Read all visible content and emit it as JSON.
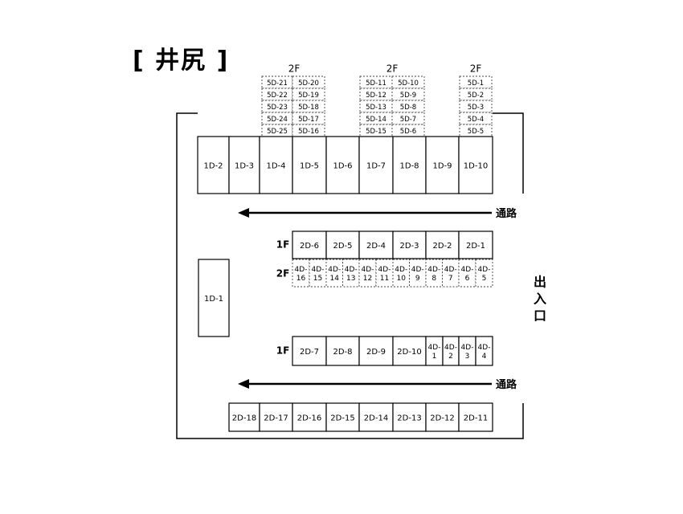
{
  "title": "[ 井尻 ]",
  "labels": {
    "floor_2f": "2F",
    "floor_1f": "1F",
    "passage": "通路",
    "entrance": [
      "出",
      "入",
      "口"
    ]
  },
  "upper_2f_groups": [
    {
      "floor": "2F",
      "rows": [
        [
          "5D-21",
          "5D-20"
        ],
        [
          "5D-22",
          "5D-19"
        ],
        [
          "5D-23",
          "5D-18"
        ],
        [
          "5D-24",
          "5D-17"
        ],
        [
          "5D-25",
          "5D-16"
        ]
      ]
    },
    {
      "floor": "2F",
      "rows": [
        [
          "5D-11",
          "5D-10"
        ],
        [
          "5D-12",
          "5D-9"
        ],
        [
          "5D-13",
          "5D-8"
        ],
        [
          "5D-14",
          "5D-7"
        ],
        [
          "5D-15",
          "5D-6"
        ]
      ]
    },
    {
      "floor": "2F",
      "rows": [
        [
          "5D-1"
        ],
        [
          "5D-2"
        ],
        [
          "5D-3"
        ],
        [
          "5D-4"
        ],
        [
          "5D-5"
        ]
      ]
    }
  ],
  "top_row": [
    "1D-2",
    "1D-3",
    "1D-4",
    "1D-5",
    "1D-6",
    "1D-7",
    "1D-8",
    "1D-9",
    "1D-10"
  ],
  "left_unit": "1D-1",
  "middle_1f": [
    "2D-6",
    "2D-5",
    "2D-4",
    "2D-3",
    "2D-2",
    "2D-1"
  ],
  "middle_2f": [
    [
      "4D-",
      "16"
    ],
    [
      "4D-",
      "15"
    ],
    [
      "4D-",
      "14"
    ],
    [
      "4D-",
      "13"
    ],
    [
      "4D-",
      "12"
    ],
    [
      "4D-",
      "11"
    ],
    [
      "4D-",
      "10"
    ],
    [
      "4D-",
      "9"
    ],
    [
      "4D-",
      "8"
    ],
    [
      "4D-",
      "7"
    ],
    [
      "4D-",
      "6"
    ],
    [
      "4D-",
      "5"
    ]
  ],
  "lower_1f": [
    "2D-7",
    "2D-8",
    "2D-9",
    "2D-10"
  ],
  "lower_4d": [
    [
      "4D-",
      "1"
    ],
    [
      "4D-",
      "2"
    ],
    [
      "4D-",
      "3"
    ],
    [
      "4D-",
      "4"
    ]
  ],
  "bottom_row": [
    "2D-18",
    "2D-17",
    "2D-16",
    "2D-15",
    "2D-14",
    "2D-13",
    "2D-12",
    "2D-11"
  ]
}
